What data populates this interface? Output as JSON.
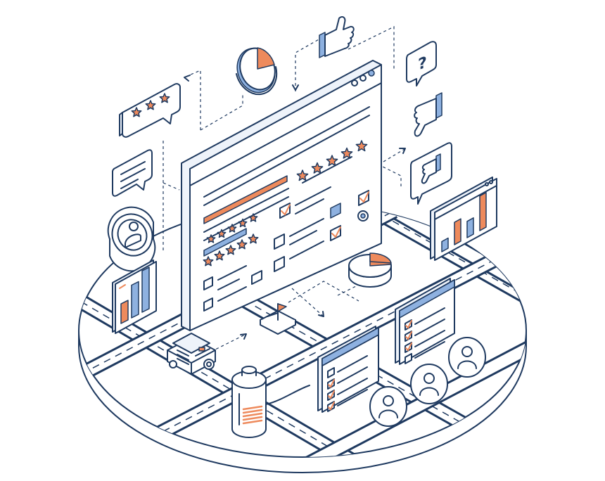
{
  "colors": {
    "outline": "#1f3a60",
    "accent_orange": "#ee8a5c",
    "accent_blue": "#8eb1e0",
    "surface": "#ffffff",
    "light_fill": "#eef3fa"
  },
  "icons": [
    "thumbs-up-icon",
    "thumbs-down-icon",
    "question-mark-icon",
    "pie-chart-icon",
    "star-rating-bubble-icon",
    "speech-bubble-icon",
    "user-avatar-icon",
    "bar-chart-icon",
    "checkbox-icon",
    "battery-icon",
    "robot-vehicle-icon",
    "flag-icon"
  ],
  "main_window": {
    "rating_stars": 5,
    "star_rows": 3
  },
  "left_bar_chart": {
    "values": [
      0.45,
      0.75,
      0.95
    ]
  },
  "right_bar_chart": {
    "values": [
      0.25,
      0.55,
      0.4,
      0.85
    ]
  },
  "battery": {
    "level": 0.6
  },
  "pie": {
    "slice_fraction": 0.28
  },
  "survey_cards": [
    {
      "rows": 4,
      "checked": [
        1,
        2,
        3
      ]
    },
    {
      "rows": 4,
      "checked": [
        0,
        1,
        2
      ]
    }
  ],
  "users": 3
}
